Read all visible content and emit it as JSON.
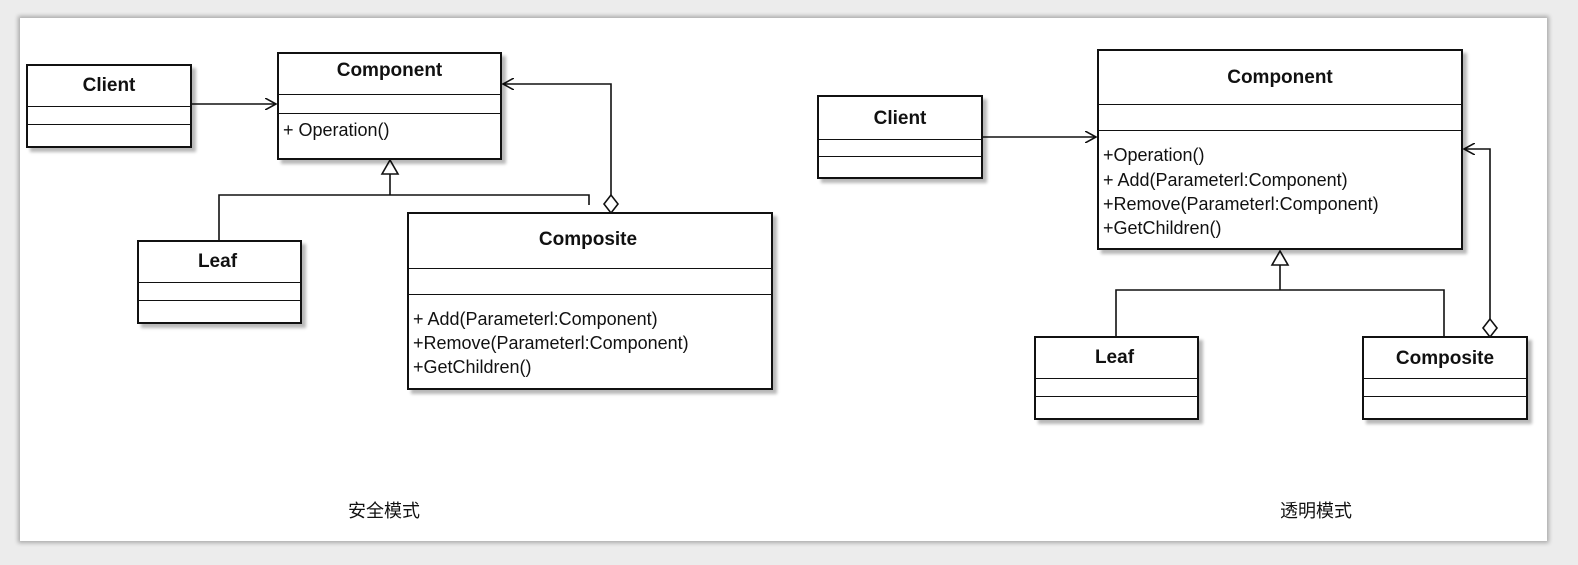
{
  "safe": {
    "client": {
      "name": "Client"
    },
    "component": {
      "name": "Component",
      "ops": [
        "+ Operation()"
      ]
    },
    "leaf": {
      "name": "Leaf"
    },
    "composite": {
      "name": "Composite",
      "ops": [
        "+ Add(Parameterl:Component)",
        "+Remove(Parameterl:Component)",
        "+GetChildren()"
      ]
    },
    "caption": "安全模式"
  },
  "transparent": {
    "client": {
      "name": "Client"
    },
    "component": {
      "name": "Component",
      "ops": [
        "+Operation()",
        "+ Add(Parameterl:Component)",
        "+Remove(Parameterl:Component)",
        "+GetChildren()"
      ]
    },
    "leaf": {
      "name": "Leaf"
    },
    "composite": {
      "name": "Composite"
    },
    "caption": "透明模式"
  }
}
